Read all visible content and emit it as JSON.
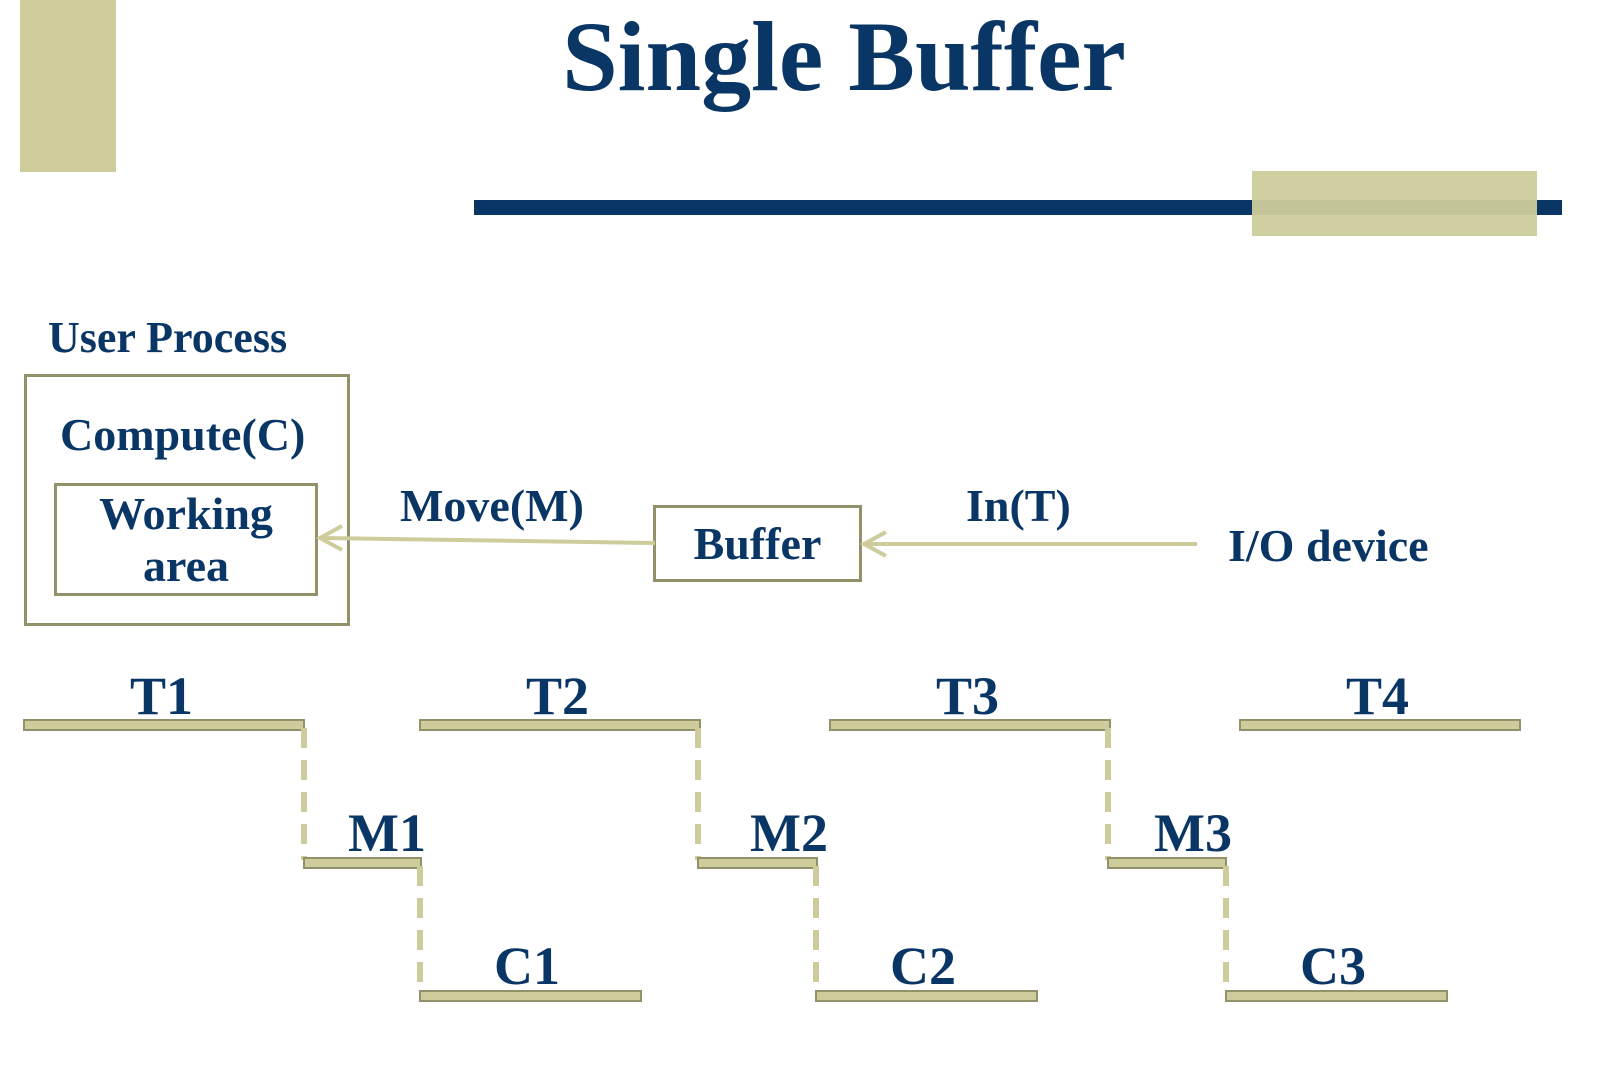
{
  "slide": {
    "title": "Single Buffer"
  },
  "diagram": {
    "user_process_label": "User Process",
    "compute_label": "Compute(C)",
    "working_area_label": "Working\narea",
    "move_label": "Move(M)",
    "buffer_label": "Buffer",
    "in_label": "In(T)",
    "io_device_label": "I/O device"
  },
  "timeline": {
    "transfers": [
      "T1",
      "T2",
      "T3",
      "T4"
    ],
    "moves": [
      "M1",
      "M2",
      "M3"
    ],
    "computes": [
      "C1",
      "C2",
      "C3"
    ]
  },
  "colors": {
    "navy": "#0a3666",
    "olive_light": "#cdcc9a",
    "olive_dark": "#93916a"
  }
}
